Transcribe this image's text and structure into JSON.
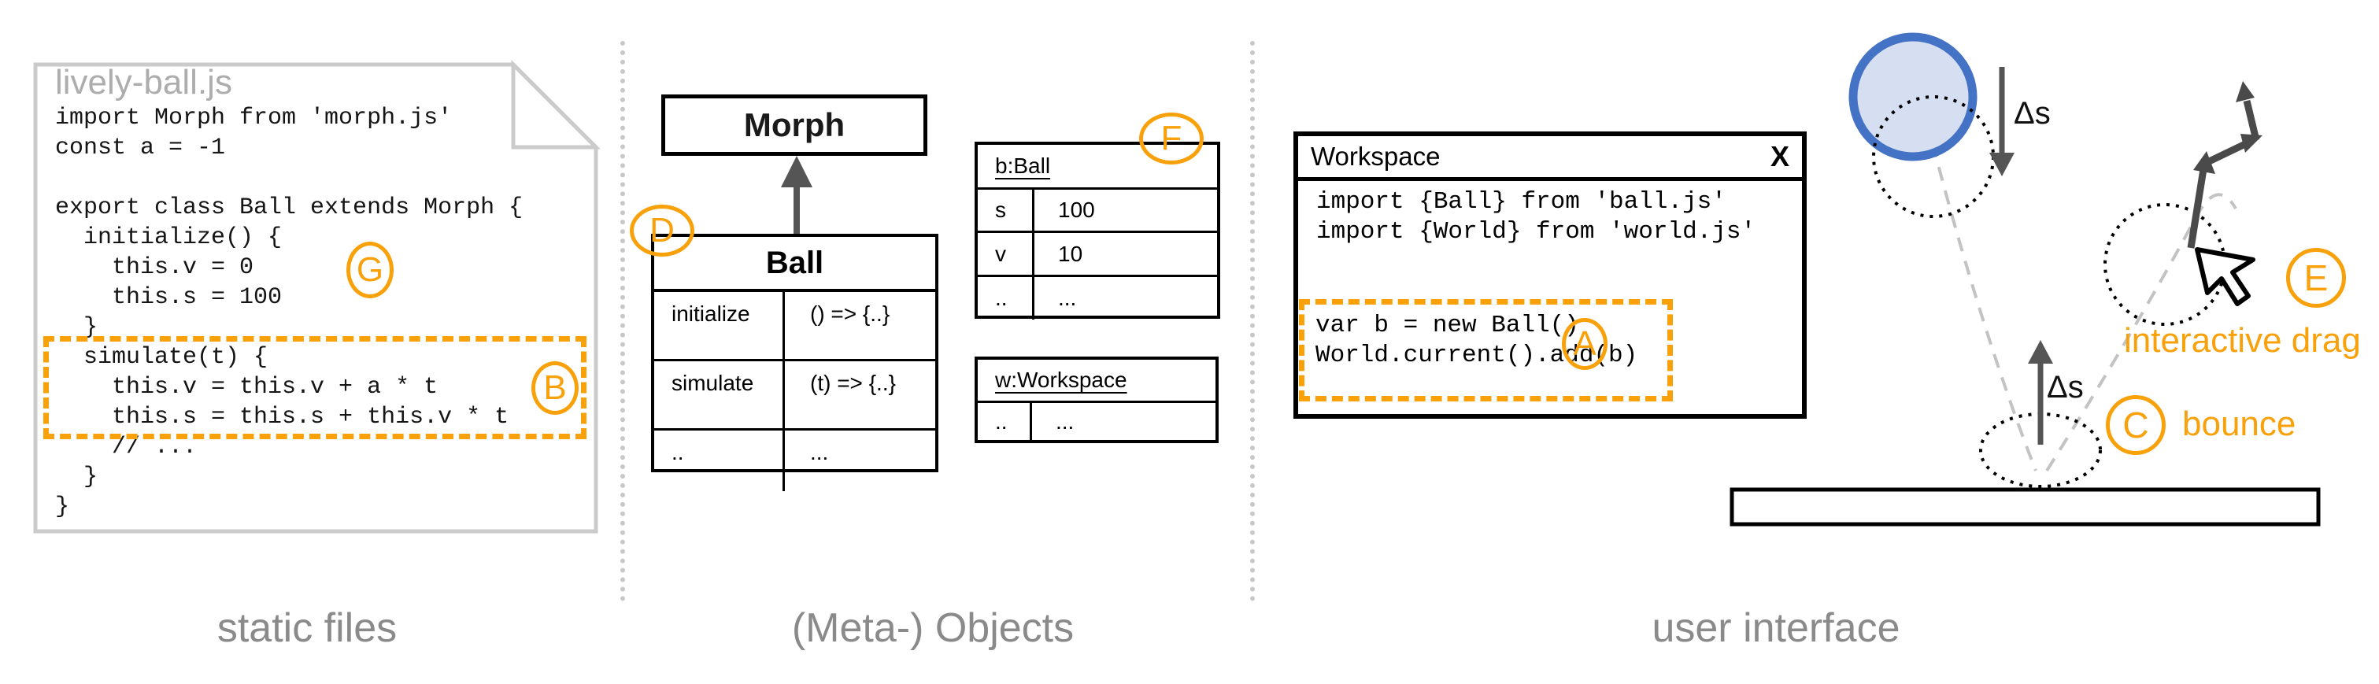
{
  "colors": {
    "accent_orange": "#f9a10a",
    "ball_fill": "#d6dff2",
    "ball_stroke": "#4472c4",
    "label_gray": "#8a8a8a"
  },
  "sections": {
    "static_files": {
      "label": "static files",
      "filename": "lively-ball.js",
      "code_lines": [
        "import Morph from 'morph.js'",
        "const a = -1",
        "",
        "export class Ball extends Morph {",
        "  initialize() {",
        "    this.v = 0",
        "    this.s = 100",
        "  }",
        "  simulate(t) {",
        "    this.v = this.v + a * t",
        "    this.s = this.s + this.v * t",
        "    // ...",
        "  }",
        "}"
      ],
      "annotations": {
        "g": "G",
        "b": "B"
      }
    },
    "meta_objects": {
      "label": "(Meta-) Objects",
      "morph_class": {
        "title": "Morph"
      },
      "ball_class": {
        "title": "Ball",
        "rows": [
          {
            "key": "initialize",
            "value": "() => {..}"
          },
          {
            "key": "simulate",
            "value": "(t) => {..}"
          },
          {
            "key": "..",
            "value": "..."
          }
        ]
      },
      "ball_instance": {
        "title": "b:Ball",
        "rows": [
          {
            "key": "s",
            "value": "100"
          },
          {
            "key": "v",
            "value": "10"
          },
          {
            "key": "..",
            "value": "..."
          }
        ]
      },
      "workspace_instance": {
        "title": "w:Workspace",
        "rows": [
          {
            "key": "..",
            "value": "..."
          }
        ]
      },
      "annotations": {
        "d": "D",
        "f": "F"
      }
    },
    "user_interface": {
      "label": "user interface",
      "workspace_window": {
        "title": "Workspace",
        "close_label": "X",
        "import_lines": [
          "import {Ball} from 'ball.js'",
          "import {World} from 'world.js'"
        ],
        "snippet_lines": [
          "var b = new Ball()",
          "World.current().add(b)"
        ],
        "annotation": "A"
      },
      "scene": {
        "delta_down": "Δs",
        "delta_up": "Δs",
        "bounce_label": "bounce",
        "drag_label": "interactive drag",
        "annotations": {
          "c": "C",
          "e": "E"
        }
      }
    }
  }
}
